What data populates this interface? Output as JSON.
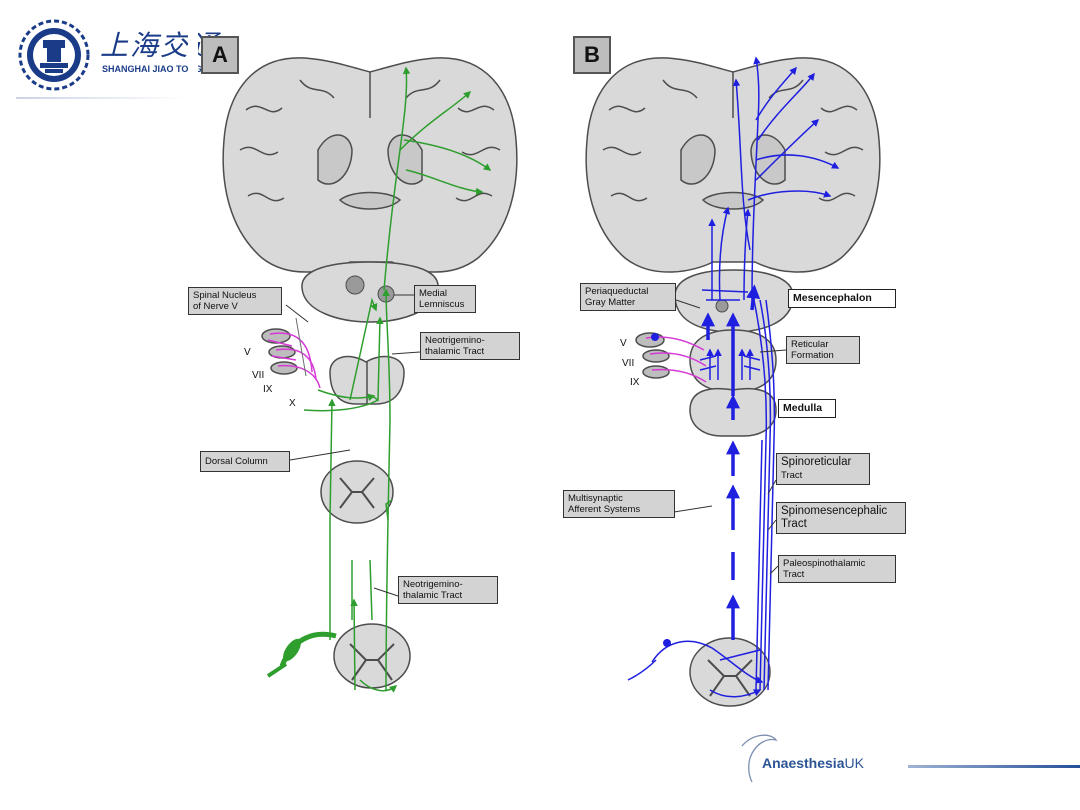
{
  "header": {
    "university_cn": "上海交通",
    "university_en": "SHANGHAI JIAO TONG",
    "logo_icon": "sjtu-emblem-icon"
  },
  "panels": {
    "a": {
      "letter": "A",
      "labels": {
        "spinal_nucleus": [
          "Spinal Nucleus",
          "of Nerve V"
        ],
        "medial_lemniscus": [
          "Medial",
          "Lemniscus"
        ],
        "neotrig_upper": [
          "Neotrigemino-",
          "thalamic Tract"
        ],
        "dorsal_column": "Dorsal Column",
        "neotrig_lower": [
          "Neotrigemino-",
          "thalamic Tract"
        ]
      },
      "nerves": [
        "V",
        "VII",
        "IX",
        "X"
      ],
      "pathway_color": "#2e9e2e"
    },
    "b": {
      "letter": "B",
      "labels": {
        "periaqueductal": [
          "Periaqueductal",
          "Gray Matter"
        ],
        "mesencephalon": "Mesencephalon",
        "reticular": [
          "Reticular",
          "Formation"
        ],
        "medulla": "Medulla",
        "spinoreticular": [
          "Spinoreticular",
          "Tract"
        ],
        "multisynaptic": [
          "Multisynaptic",
          "Afferent  Systems"
        ],
        "spinomesencephalic": [
          "Spinomesencephalic",
          "Tract"
        ],
        "paleospinothalamic": [
          "Paleospinothalamic",
          "Tract"
        ]
      },
      "nerves": [
        "V",
        "VII",
        "IX"
      ],
      "pathway_color": "#1f1fe0"
    }
  },
  "footer": {
    "brand_prefix": "Anaesthesia",
    "brand_suffix": "UK"
  },
  "colors": {
    "tissue_fill": "#d9d9d9",
    "outline": "#4d4d4d",
    "trigeminal": "#d63ad6"
  }
}
